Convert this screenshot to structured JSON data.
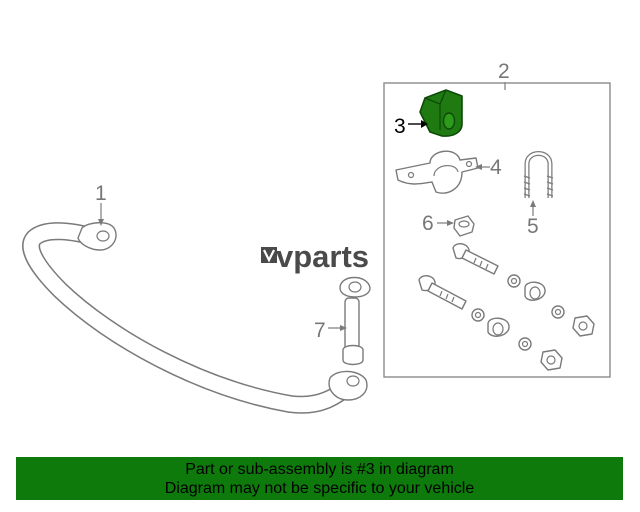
{
  "diagram": {
    "callouts": {
      "c1": "1",
      "c2": "2",
      "c3": "3",
      "c4": "4",
      "c5": "5",
      "c6": "6",
      "c7": "7"
    },
    "highlighted_part": "3",
    "highlight_color": "#1f7a12",
    "line_color": "#7a7a7a"
  },
  "watermark": {
    "logo_mark": "V",
    "text": "vparts"
  },
  "footer": {
    "line1": "Part or sub-assembly is #3 in diagram",
    "line2": "Diagram may not be specific to your vehicle",
    "background": "#0d7a0b"
  }
}
